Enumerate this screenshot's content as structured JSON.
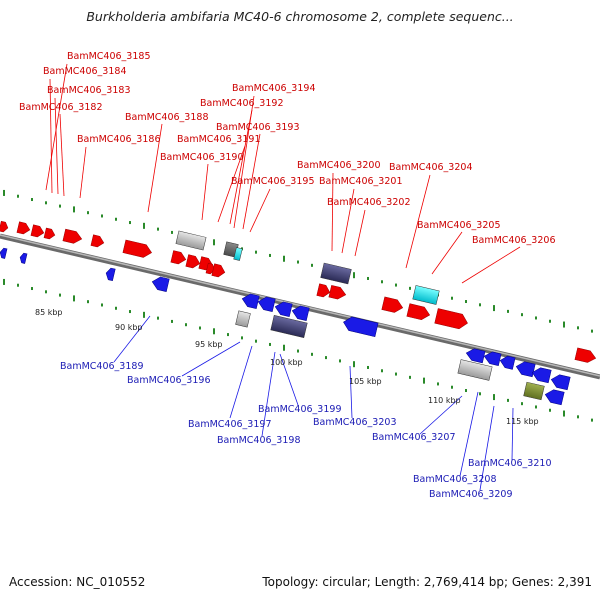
{
  "title": "Burkholderia ambifaria MC40-6 chromosome 2, complete sequenc...",
  "accession": "Accession: NC_010552",
  "topology": "Topology: circular; Length: 2,769,414 bp; Genes: 2,391",
  "colors": {
    "forward_gene": "#ee0000",
    "reverse_gene": "#1a1ae6",
    "forward_label": "#cc0000",
    "reverse_label": "#1a1ab4",
    "backbone": "#8a8a8a",
    "tick": "#2a8a2a"
  },
  "scale_labels": [
    "85 kbp",
    "90 kbp",
    "95 kbp",
    "100 kbp",
    "105 kbp",
    "110 kbp",
    "115 kbp"
  ],
  "forward_labels": [
    "BamMC406_3185",
    "BamMC406_3184",
    "BamMC406_3183",
    "BamMC406_3182",
    "BamMC406_3186",
    "BamMC406_3188",
    "BamMC406_3194",
    "BamMC406_3192",
    "BamMC406_3193",
    "BamMC406_3191",
    "BamMC406_3190",
    "BamMC406_3195",
    "BamMC406_3200",
    "BamMC406_3201",
    "BamMC406_3202",
    "BamMC406_3204",
    "BamMC406_3205",
    "BamMC406_3206"
  ],
  "reverse_labels": [
    "BamMC406_3189",
    "BamMC406_3196",
    "BamMC406_3197",
    "BamMC406_3198",
    "BamMC406_3199",
    "BamMC406_3203",
    "BamMC406_3207",
    "BamMC406_3208",
    "BamMC406_3209",
    "BamMC406_3210"
  ]
}
